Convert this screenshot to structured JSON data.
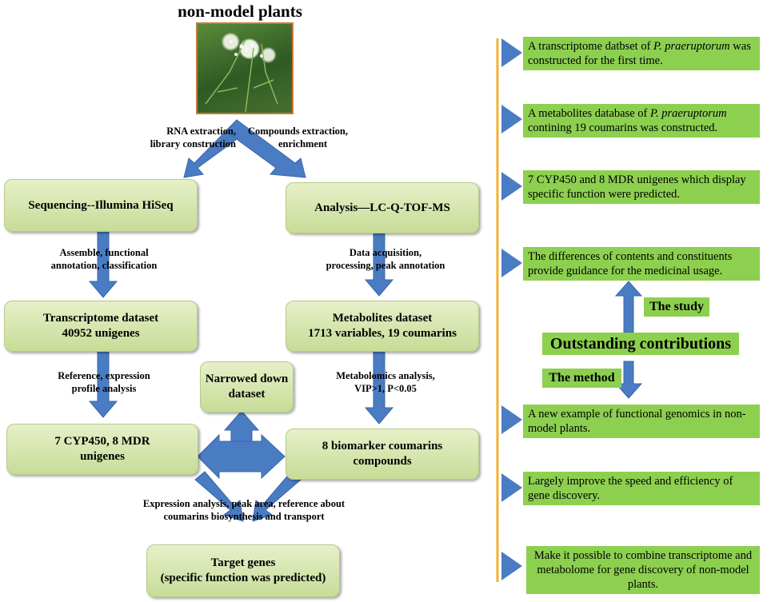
{
  "title": "non-model plants",
  "flow": {
    "rna_label": [
      "RNA extraction,",
      "library construction"
    ],
    "compound_label": [
      "Compounds extraction,",
      "enrichment"
    ],
    "sequencing": "Sequencing--Illumina HiSeq",
    "analysis": "Analysis—LC-Q-TOF-MS",
    "assemble_label": [
      "Assemble, functional",
      "annotation, classification"
    ],
    "data_label": [
      "Data acquisition,",
      "processing, peak annotation"
    ],
    "transcriptome": [
      "Transcriptome dataset",
      "40952 unigenes"
    ],
    "metabolites": [
      "Metabolites dataset",
      "1713 variables, 19 coumarins"
    ],
    "reference_label": [
      "Reference, expression",
      "profile analysis"
    ],
    "narrowed": [
      "Narrowed down",
      "dataset"
    ],
    "metabolomics_label": [
      "Metabolomics analysis,",
      "VIP>1, P<0.05"
    ],
    "cyp": [
      "7 CYP450, 8 MDR",
      "unigenes"
    ],
    "biomarker": [
      "8 biomarker coumarins",
      "compounds"
    ],
    "expression_label": [
      "Expression analysis, peak area, reference about",
      "coumarins biosynthesis and transport"
    ],
    "target": [
      "Target genes",
      "(specific function was predicted)"
    ]
  },
  "contributions": {
    "center_title": "Outstanding contributions",
    "study_tag": "The study",
    "method_tag": "The method",
    "study_items": [
      {
        "before": "A transcriptome datbset of ",
        "italic": "P. praeruptorum",
        "after": " was constructed for the first time."
      },
      {
        "before": "A metabolites database of ",
        "italic": "P. praeruptorum",
        "after": " contining 19 coumarins was constructed."
      },
      {
        "before": "7 CYP450 and 8 MDR  unigenes which display specific function were predicted.",
        "italic": "",
        "after": ""
      },
      {
        "before": "The differences of contents and constituents provide guidance for the medicinal usage.",
        "italic": "",
        "after": ""
      }
    ],
    "method_items": [
      "A new example of functional genomics  in non-model plants.",
      "Largely improve the speed  and efficiency of gene discovery.",
      "Make it possible to combine transcriptome and metabolome for gene discovery of non-model plants."
    ]
  },
  "colors": {
    "arrow": "#4a7cc4",
    "box_green": "#c8dc98",
    "highlight_green": "#8dd050",
    "divider": "#f2b233"
  }
}
